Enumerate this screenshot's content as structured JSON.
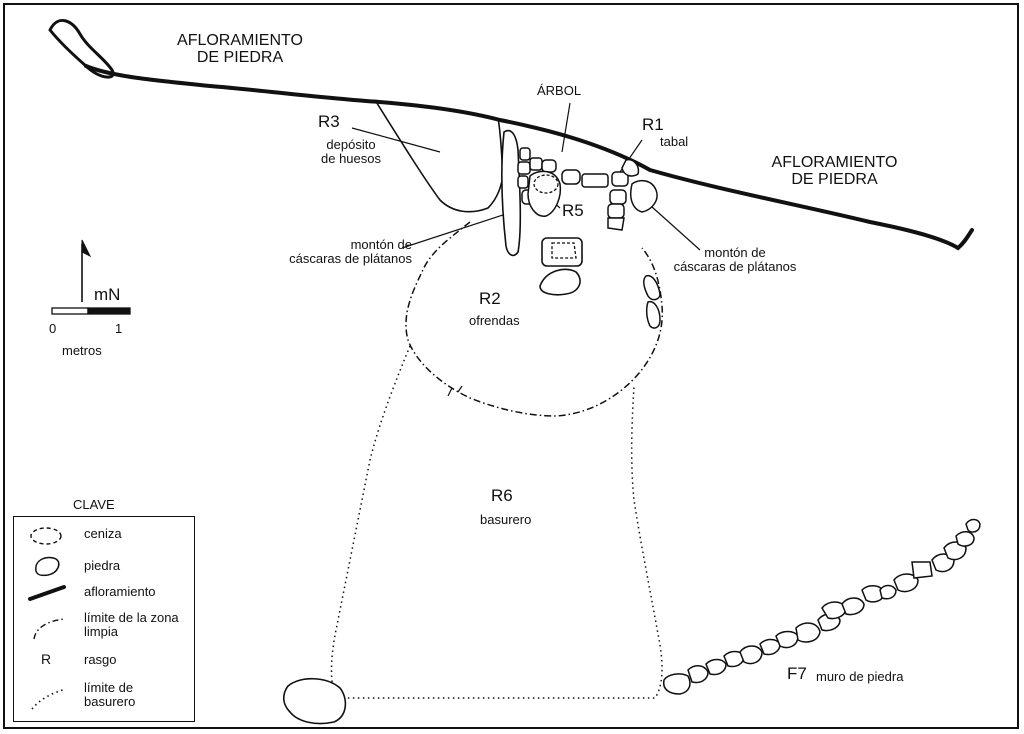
{
  "labels": {
    "outcrop_left": "AFLORAMIENTO\nDE PIEDRA",
    "outcrop_right": "AFLORAMIENTO\nDE PIEDRA",
    "tree": "ÁRBOL",
    "r3": "R3",
    "r3_desc": "depósito\nde huesos",
    "r1": "R1",
    "r1_desc": "tabal",
    "r5": "R5",
    "peels_left": "montón de\ncáscaras de plátanos",
    "peels_right": "montón de\ncáscaras de plátanos",
    "r2": "R2",
    "r2_desc": "ofrendas",
    "r6": "R6",
    "r6_desc": "basurero",
    "f7": "F7",
    "f7_desc": "muro de piedra"
  },
  "north_arrow": {
    "label": "mN"
  },
  "scale_bar": {
    "start": "0",
    "end": "1",
    "unit": "metros"
  },
  "legend": {
    "title": "CLAVE",
    "items": [
      {
        "symbol": "ash-dashed-oval",
        "label": "ceniza"
      },
      {
        "symbol": "stone-outline",
        "label": "piedra"
      },
      {
        "symbol": "thick-line",
        "label": "afloramiento"
      },
      {
        "symbol": "dash-dot-line",
        "label": "límite de la zona\nlimpia"
      },
      {
        "symbol": "letter-R",
        "glyph": "R",
        "label": "rasgo"
      },
      {
        "symbol": "dotted-line",
        "label": "límite de\nbasurero"
      }
    ]
  }
}
